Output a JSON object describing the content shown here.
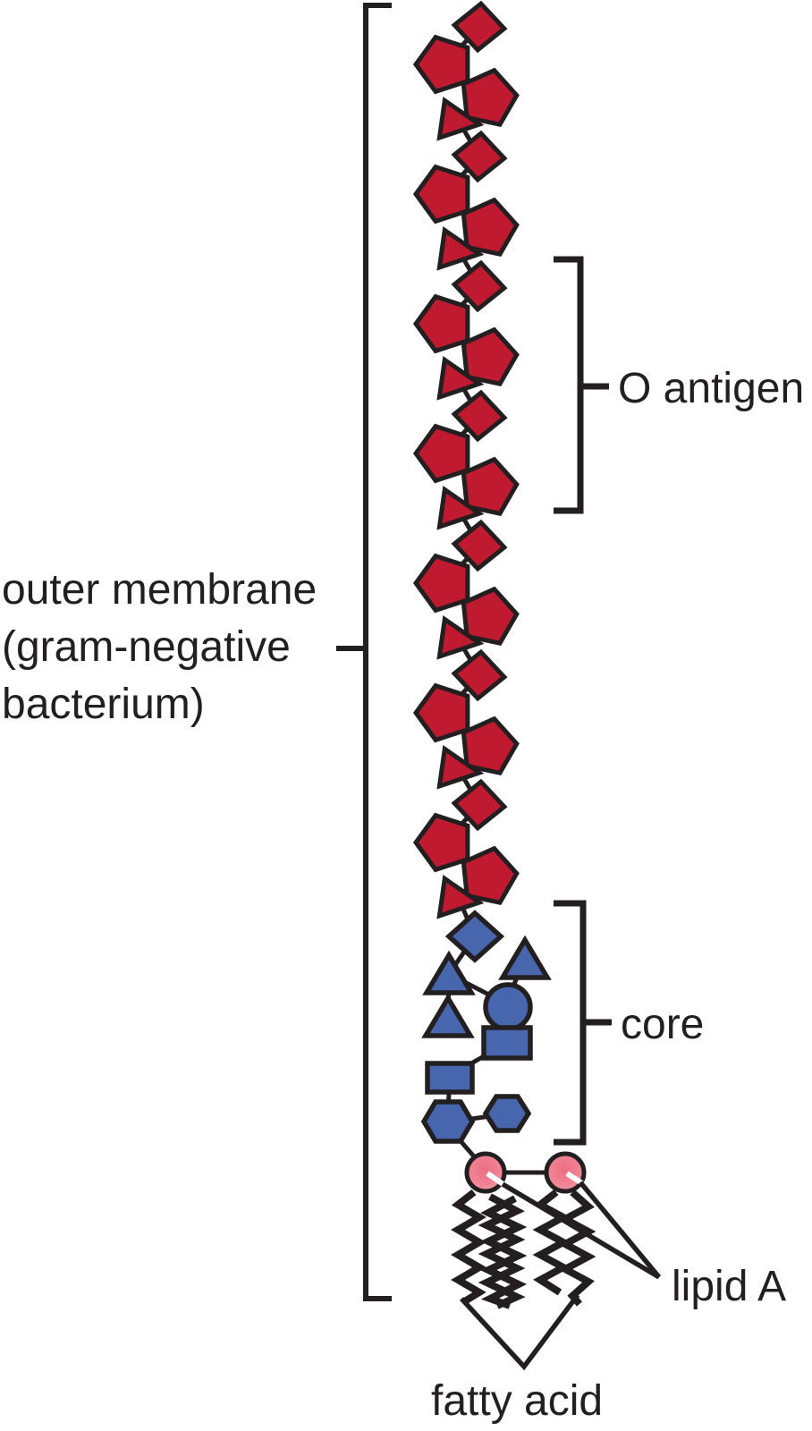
{
  "labels": {
    "outer_membrane_line1": "outer membrane",
    "outer_membrane_line2": "(gram-negative",
    "outer_membrane_line3": "bacterium)",
    "o_antigen": "O antigen",
    "core": "core",
    "lipid_a": "lipid A",
    "fatty_acid": "fatty acid"
  },
  "colors": {
    "red_sugar": "#c01a31",
    "blue_sugar": "#4866ae",
    "pink_center": "#ec6e82",
    "pink_mid": "#f08394",
    "pink_edge": "#f5a7b0",
    "outline": "#231f20"
  },
  "o_antigen_chain": {
    "repeat_count": 7,
    "unit_shapes": [
      "diamond",
      "pentagon",
      "pentagon",
      "triangle"
    ]
  },
  "core_chain": {
    "shapes": [
      "diamond",
      "triangle",
      "triangle",
      "circle",
      "triangle",
      "rectangle",
      "rectangle",
      "hexagon",
      "hexagon"
    ]
  },
  "lipid_a_part": {
    "sugar_count": 2,
    "fatty_acid_chain_count": 5
  }
}
